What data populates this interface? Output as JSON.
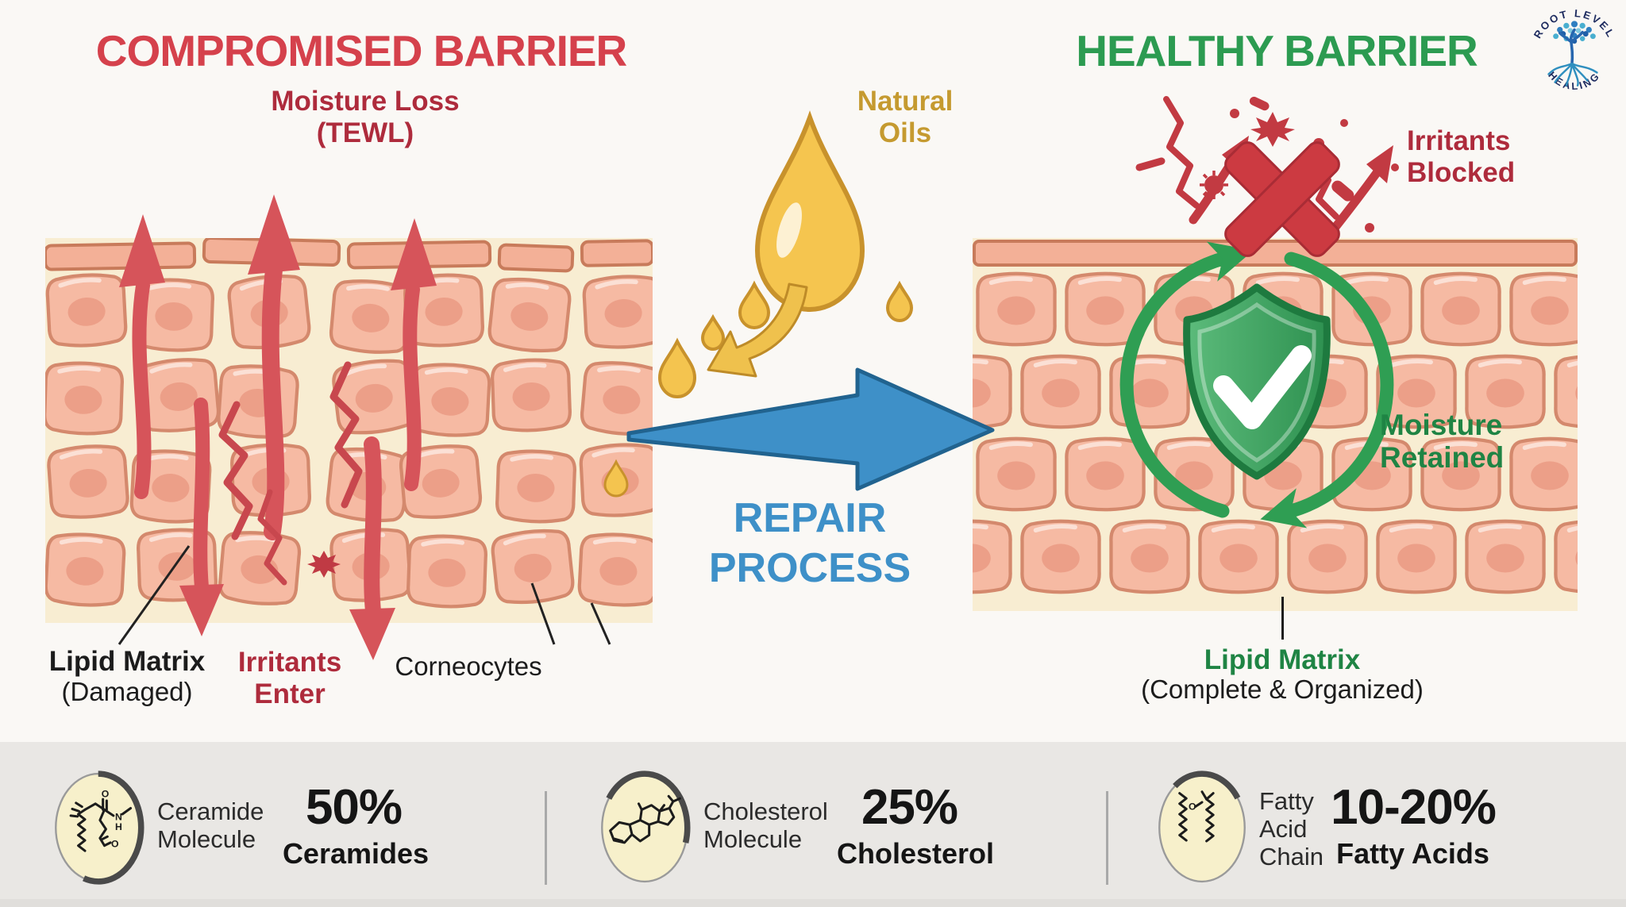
{
  "colors": {
    "compromised_title": "#D5414C",
    "healthy_title": "#2C9B51",
    "dark_red_label": "#AE2B3C",
    "green_label": "#1F8444",
    "repair_blue": "#3E90C8",
    "oil_gold": "#C59A30",
    "oil_drop_fill": "#F5C54F",
    "skin_background": "#F8EDD2",
    "cell_fill": "#F6BAA3",
    "cell_stroke": "#D4896D",
    "surface_band": "#F3B097",
    "shield_green": "#2E9150",
    "bottom_bar_bg": "#E9E7E4",
    "stat_circle_fill": "#F7F0CB"
  },
  "header": {
    "left_title": "COMPROMISED BARRIER",
    "right_title": "HEALTHY BARRIER"
  },
  "left": {
    "moisture_loss": [
      "Moisture Loss",
      "(TEWL)"
    ],
    "lipid_matrix": [
      "Lipid Matrix",
      "(Damaged)"
    ],
    "irritants": [
      "Irritants",
      "Enter"
    ],
    "corneocytes": "Corneocytes"
  },
  "center": {
    "natural_oils": [
      "Natural",
      "Oils"
    ],
    "repair": [
      "REPAIR",
      "PROCESS"
    ]
  },
  "right": {
    "irritants_blocked": [
      "Irritants",
      "Blocked"
    ],
    "moisture_retained": [
      "Moisture",
      "Retained"
    ],
    "lipid_matrix": [
      "Lipid Matrix",
      "(Complete & Organized)"
    ]
  },
  "logo": {
    "arc_top": "ROOT LEVEL",
    "arc_bottom": "HEALING"
  },
  "stats": [
    {
      "label_lines": [
        "Ceramide",
        "Molecule"
      ],
      "value": "50%",
      "name": "Ceramides",
      "atom_labels": {
        "o_top": "O",
        "n": "N",
        "h": "H",
        "o_bottom": "O"
      }
    },
    {
      "label_lines": [
        "Cholesterol",
        "Molecule"
      ],
      "value": "25%",
      "name": "Cholesterol"
    },
    {
      "label_lines": [
        "Fatty",
        "Acid",
        "Chain"
      ],
      "value": "10-20%",
      "name": "Fatty Acids",
      "atom_labels": {
        "o": "O"
      }
    }
  ]
}
